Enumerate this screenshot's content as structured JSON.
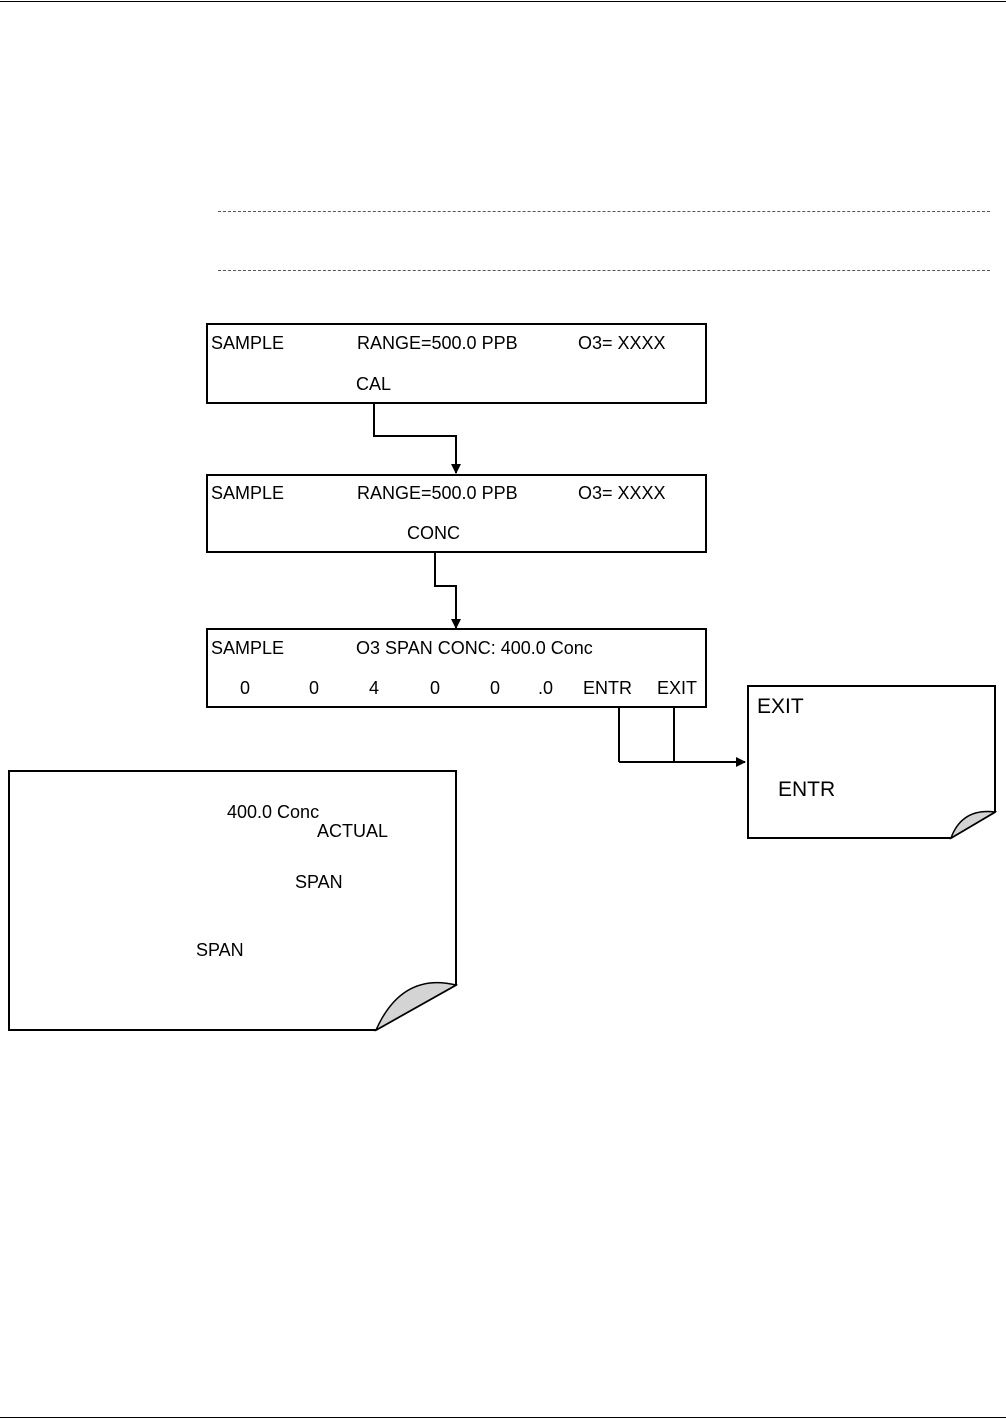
{
  "screen1": {
    "mode": "SAMPLE",
    "range": "RANGE=500.0 PPB",
    "reading": "O3= XXXX",
    "key": "CAL"
  },
  "screen2": {
    "mode": "SAMPLE",
    "range": "RANGE=500.0 PPB",
    "reading": "O3= XXXX",
    "key": "CONC"
  },
  "screen3": {
    "mode": "SAMPLE",
    "message": "O3 SPAN CONC: 400.0 Conc",
    "keys": [
      "0",
      "0",
      "4",
      "0",
      "0",
      ".0",
      "ENTR",
      "EXIT"
    ]
  },
  "note_exit": {
    "exit_key": "EXIT",
    "entr_key": "ENTR"
  },
  "note_conc": {
    "value": "400.0 Conc",
    "actual": "ACTUAL",
    "span1": "SPAN",
    "span2": "SPAN"
  }
}
